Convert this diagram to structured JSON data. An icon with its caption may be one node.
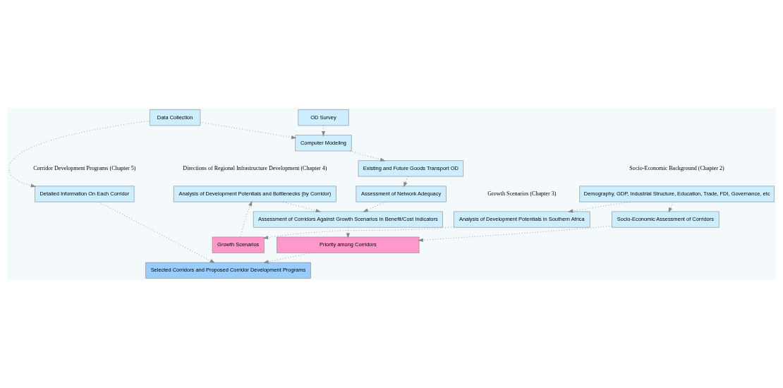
{
  "diagram": {
    "nodes": [
      {
        "text": [
          "Demography, GDP, Industrial Structure, Education, Trade, FDI, Governance, etc"
        ]
      },
      {
        "text": [
          "Analysis of Development Potentials in Southern Africa"
        ]
      },
      {
        "text": [
          "Growth Scenarios"
        ]
      },
      {
        "text": [
          "Analysis of Development Potentials and Bottlenecks (by Corridor)"
        ]
      },
      {
        "text": [
          "OD Survey"
        ]
      },
      {
        "text": [
          "Data Collection"
        ]
      },
      {
        "text": [
          "Existing and Future Goods Transport OD"
        ]
      },
      {
        "text": [
          "Computer Modeling"
        ]
      },
      {
        "text": [
          "Assessment of Network Adequacy"
        ]
      },
      {
        "text": [
          "Socio-Economic Assessment of Corridors"
        ]
      },
      {
        "text": [
          "Assessment of Corridors Against Growth Scenarios In Benefit/Cost Indicators"
        ]
      },
      {
        "text": [
          "Priority among Corridors"
        ]
      },
      {
        "text": [
          "Detailed Information On Each Corridor"
        ]
      },
      {
        "text": [
          "Selected Corridors and Proposed Corridor Development Programs"
        ]
      }
    ],
    "edges": [
      {
        "from": 0,
        "to": 1,
        "arrow": "to"
      },
      {
        "from": 1,
        "to": 2,
        "arrow": "to"
      },
      {
        "from": 2,
        "to": 3,
        "arrow": "to"
      },
      {
        "from": 0,
        "to": 9,
        "arrow": "to"
      },
      {
        "from": 3,
        "to": 10,
        "arrow": "to"
      },
      {
        "from": 4,
        "to": 7,
        "arrow": "to"
      },
      {
        "from": 5,
        "to": 7,
        "arrow": "to"
      },
      {
        "from": 7,
        "to": 6,
        "arrow": "to"
      },
      {
        "from": 6,
        "to": 8,
        "arrow": "to"
      },
      {
        "from": 8,
        "to": 10,
        "arrow": "to"
      },
      {
        "from": 9,
        "to": 11,
        "arrow": "to"
      },
      {
        "from": 10,
        "to": 11,
        "arrow": "to"
      },
      {
        "from": 11,
        "to": 13,
        "arrow": "to"
      },
      {
        "from": 5,
        "to": 12,
        "arrow": "to"
      },
      {
        "from": 12,
        "to": 13,
        "arrow": "to"
      }
    ],
    "labels": [
      "Socio-Economic Background (Chapter 2)",
      "Directions of Regional Infrastructure Development (Chapter 4)",
      "Corridor Development Programs (Chapter 5)",
      "Growth Scenarios (Chapter 3)"
    ]
  }
}
